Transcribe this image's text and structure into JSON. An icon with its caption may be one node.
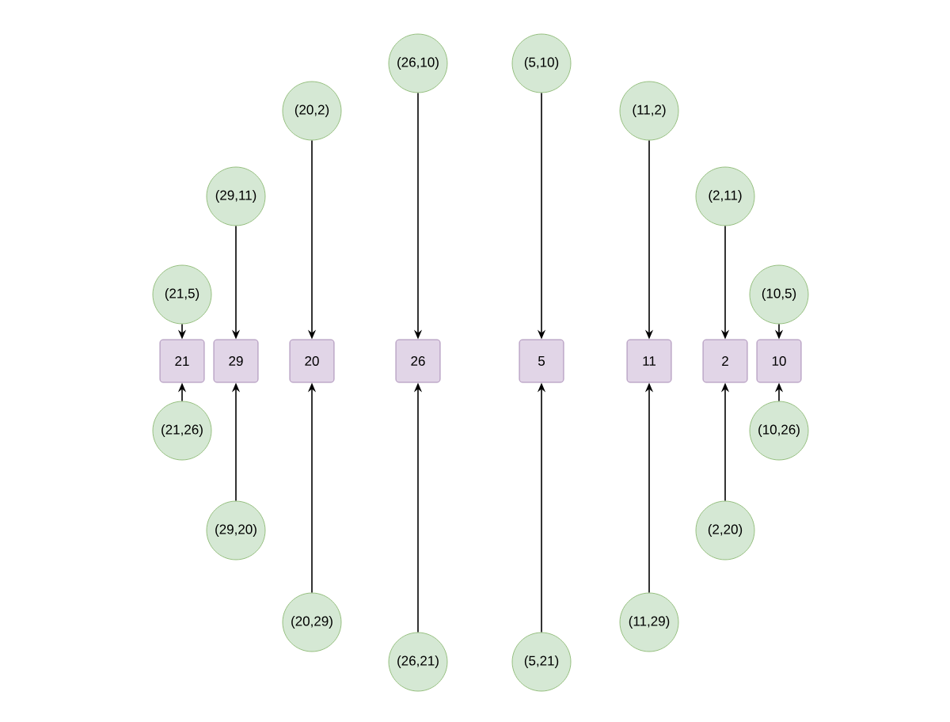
{
  "diagram": {
    "nodes": [
      {
        "text": [
          "(21,5)"
        ]
      },
      {
        "text": [
          "(29,11)"
        ]
      },
      {
        "text": [
          "(20,2)"
        ]
      },
      {
        "text": [
          "(26,10)"
        ]
      },
      {
        "text": [
          "(5,10)"
        ]
      },
      {
        "text": [
          "(11,2)"
        ]
      },
      {
        "text": [
          "(2,11)"
        ]
      },
      {
        "text": [
          "(10,5)"
        ]
      },
      {
        "text": [
          "21"
        ]
      },
      {
        "text": [
          "29"
        ]
      },
      {
        "text": [
          "20"
        ]
      },
      {
        "text": [
          "26"
        ]
      },
      {
        "text": [
          "5"
        ]
      },
      {
        "text": [
          "11"
        ]
      },
      {
        "text": [
          "2"
        ]
      },
      {
        "text": [
          "10"
        ]
      },
      {
        "text": [
          "(21,26)"
        ]
      },
      {
        "text": [
          "(29,20)"
        ]
      },
      {
        "text": [
          "(20,29)"
        ]
      },
      {
        "text": [
          "(26,21)"
        ]
      },
      {
        "text": [
          "(5,21)"
        ]
      },
      {
        "text": [
          "(11,29)"
        ]
      },
      {
        "text": [
          "(2,20)"
        ]
      },
      {
        "text": [
          "(10,26)"
        ]
      }
    ],
    "edges": [
      {
        "from": 0,
        "to": 8,
        "arrow": "to"
      },
      {
        "from": 1,
        "to": 9,
        "arrow": "to"
      },
      {
        "from": 2,
        "to": 10,
        "arrow": "to"
      },
      {
        "from": 3,
        "to": 11,
        "arrow": "to"
      },
      {
        "from": 4,
        "to": 12,
        "arrow": "to"
      },
      {
        "from": 5,
        "to": 13,
        "arrow": "to"
      },
      {
        "from": 6,
        "to": 14,
        "arrow": "to"
      },
      {
        "from": 7,
        "to": 15,
        "arrow": "to"
      },
      {
        "from": 16,
        "to": 8,
        "arrow": "to"
      },
      {
        "from": 17,
        "to": 9,
        "arrow": "to"
      },
      {
        "from": 18,
        "to": 10,
        "arrow": "to"
      },
      {
        "from": 19,
        "to": 11,
        "arrow": "to"
      },
      {
        "from": 20,
        "to": 12,
        "arrow": "to"
      },
      {
        "from": 21,
        "to": 13,
        "arrow": "to"
      },
      {
        "from": 22,
        "to": 14,
        "arrow": "to"
      },
      {
        "from": 23,
        "to": 15,
        "arrow": "to"
      }
    ]
  }
}
